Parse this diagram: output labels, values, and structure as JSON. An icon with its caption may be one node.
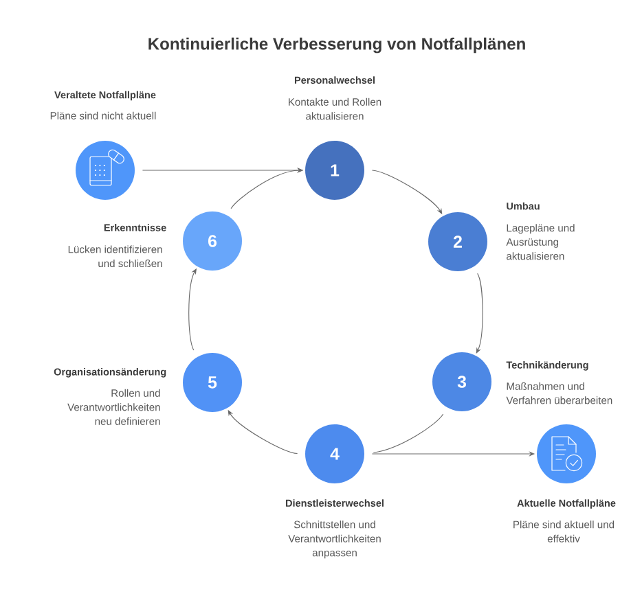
{
  "diagram": {
    "title": "Kontinuierliche Verbesserung von Notfallplänen",
    "nodes": [
      {
        "text": [
          "Veraltete Notfallpläne",
          "Pläne sind nicht aktuell"
        ]
      },
      {
        "text": [
          "Personalwechsel",
          "Kontakte und Rollen aktualisieren",
          "1"
        ]
      },
      {
        "text": [
          "Umbau",
          "2",
          "Lagepläne und Ausrüstung aktualisieren"
        ]
      },
      {
        "text": [
          "Technikänderung",
          "3",
          "Maßnahmen und Verfahren überarbeiten"
        ]
      },
      {
        "text": [
          "4",
          "Dienstleisterwechsel",
          "Schnittstellen und Verantwortlichkeiten anpassen"
        ]
      },
      {
        "text": [
          "Organisationsänderung",
          "5",
          "Rollen und Verantwortlichkeiten neu definieren"
        ]
      },
      {
        "text": [
          "Erkenntnisse",
          "6",
          "Lücken identifizieren und schließen"
        ]
      },
      {
        "text": [
          "Aktuelle Notfallpläne",
          "Pläne sind aktuell und effektiv"
        ]
      }
    ],
    "edges": [
      {
        "from": 0,
        "to": 1,
        "arrow": "to"
      },
      {
        "from": 1,
        "to": 2,
        "arrow": "to"
      },
      {
        "from": 2,
        "to": 3,
        "arrow": "to"
      },
      {
        "from": 3,
        "to": 4,
        "arrow": "none"
      },
      {
        "from": 4,
        "to": 5,
        "arrow": "to"
      },
      {
        "from": 5,
        "to": 6,
        "arrow": "to"
      },
      {
        "from": 6,
        "to": 1,
        "arrow": "to"
      },
      {
        "from": 4,
        "to": 7,
        "arrow": "to"
      }
    ]
  }
}
